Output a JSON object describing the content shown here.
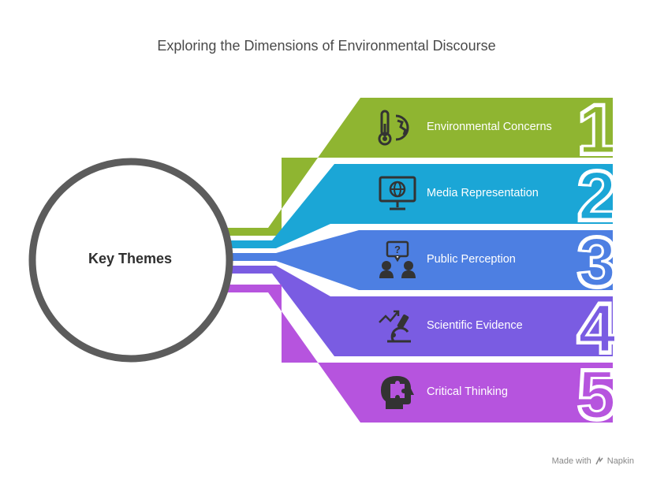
{
  "title": "Exploring the Dimensions of Environmental Discourse",
  "center": {
    "label": "Key Themes"
  },
  "themes": [
    {
      "number": "1",
      "label": "Environmental Concerns",
      "color": "#8fb531",
      "icon": "thermometer-globe-icon"
    },
    {
      "number": "2",
      "label": "Media Representation",
      "color": "#1ba6d6",
      "icon": "monitor-globe-icon"
    },
    {
      "number": "3",
      "label": "Public Perception",
      "color": "#4d7fe2",
      "icon": "people-question-icon"
    },
    {
      "number": "4",
      "label": "Scientific Evidence",
      "color": "#7a5ce2",
      "icon": "microscope-trend-icon"
    },
    {
      "number": "5",
      "label": "Critical Thinking",
      "color": "#b654de",
      "icon": "head-puzzle-icon"
    }
  ],
  "watermark": {
    "prefix": "Made with",
    "brand": "Napkin"
  }
}
